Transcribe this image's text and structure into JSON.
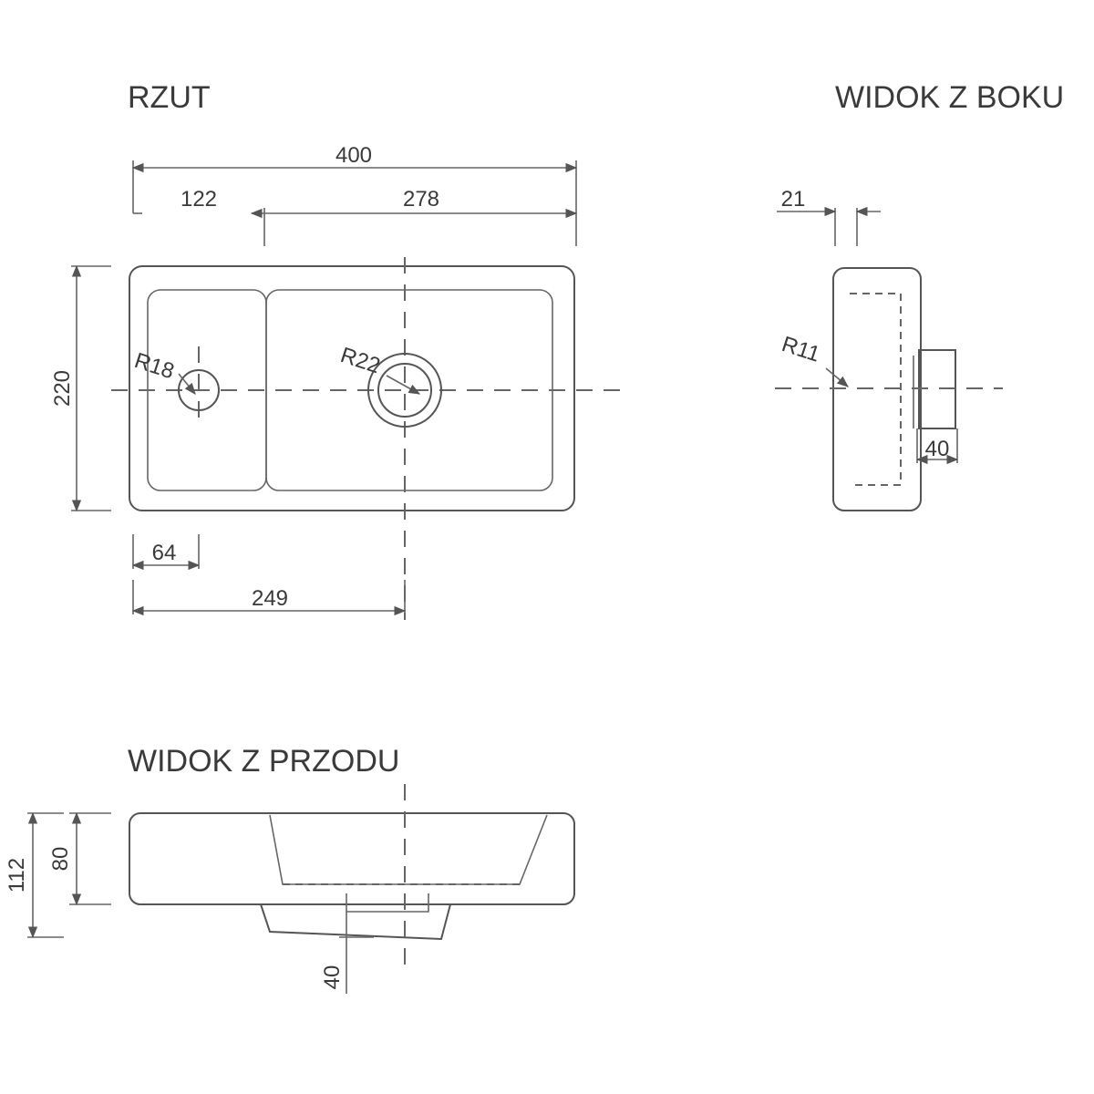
{
  "views": {
    "plan": {
      "title": "RZUT",
      "dims": {
        "overall_width": "400",
        "left_offset": "122",
        "right_width": "278",
        "height": "220",
        "left_hole_offset": "64",
        "drain_offset": "249",
        "radius_small": "R18",
        "radius_drain": "R22"
      }
    },
    "side": {
      "title": "WIDOK Z BOKU",
      "dims": {
        "wall": "21",
        "radius": "R11",
        "drain_depth": "40"
      }
    },
    "front": {
      "title": "WIDOK Z PRZODU",
      "dims": {
        "total_height": "112",
        "body_height": "80",
        "drain_height": "40"
      }
    }
  }
}
